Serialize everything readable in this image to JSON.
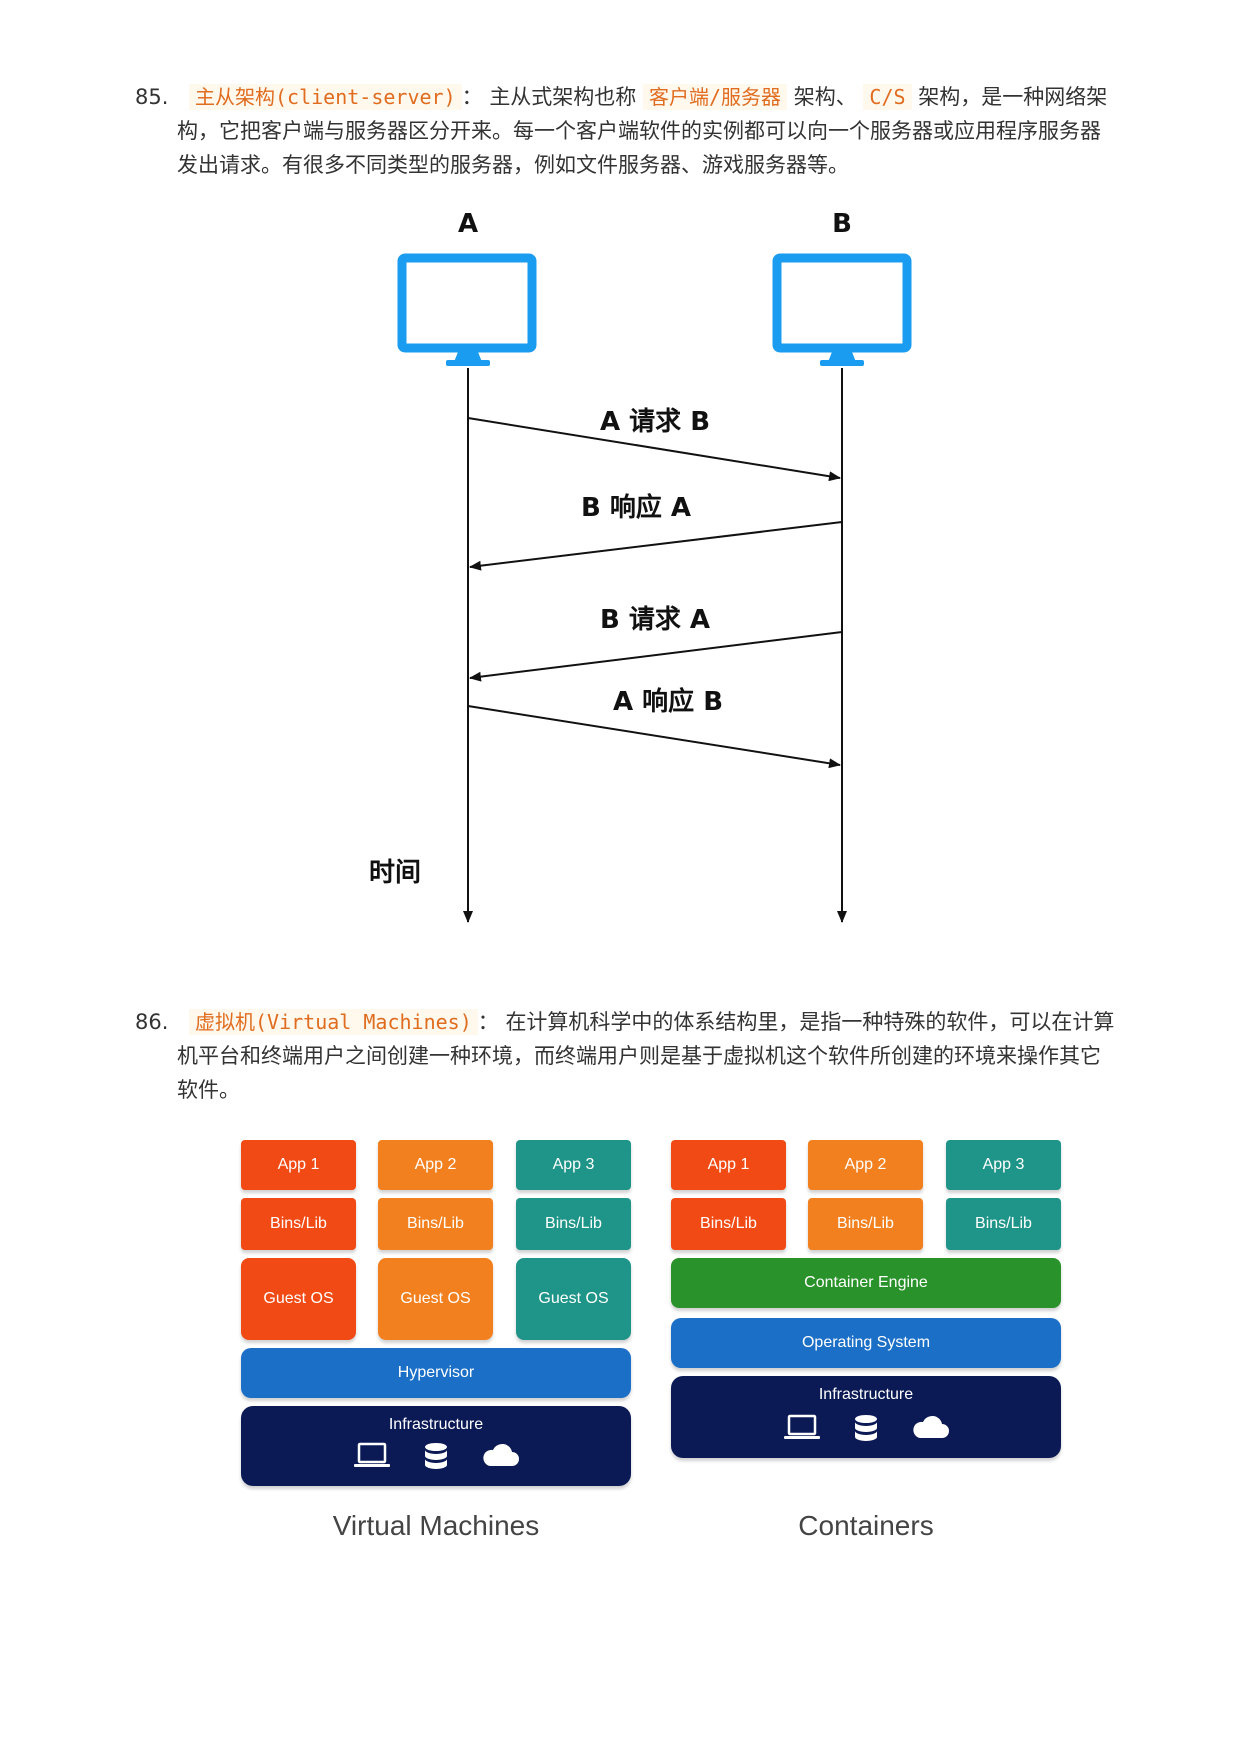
{
  "entry85": {
    "number": "85.",
    "term": "主从架构(client-server)",
    "colon": "：",
    "text1": "主从式架构也称",
    "term2": "客户端/服务器",
    "text2": "架构、",
    "term3": "C/S",
    "text3": "架构，是一种网络架构，它把客户端与服务器区分开来。每一个客户端软件的实例都可以向一个服务器或应用程序服务器发出请求。有很多不同类型的服务器，例如文件服务器、游戏服务器等。"
  },
  "sequence_diagram": {
    "node_a": "A",
    "node_b": "B",
    "time_label": "时间",
    "messages": [
      "A 请求 B",
      "B 响应 A",
      "B 请求 A",
      "A 响应 B"
    ],
    "monitor_color": "#1a9cf0"
  },
  "entry86": {
    "number": "86.",
    "term": "虚拟机(Virtual Machines)",
    "colon": "：",
    "text": "在计算机科学中的体系结构里，是指一种特殊的软件，可以在计算机平台和终端用户之间创建一种环境，而终端用户则是基于虚拟机这个软件所创建的环境来操作其它软件。"
  },
  "vm": {
    "apps": [
      "App 1",
      "App 2",
      "App 3"
    ],
    "bins": [
      "Bins/Lib",
      "Bins/Lib",
      "Bins/Lib"
    ],
    "guest_os": [
      "Guest OS",
      "Guest OS",
      "Guest OS"
    ],
    "hypervisor": "Hypervisor",
    "infrastructure": "Infrastructure",
    "caption": "Virtual Machines"
  },
  "containers": {
    "apps": [
      "App 1",
      "App 2",
      "App 3"
    ],
    "bins": [
      "Bins/Lib",
      "Bins/Lib",
      "Bins/Lib"
    ],
    "engine": "Container Engine",
    "os": "Operating System",
    "infrastructure": "Infrastructure",
    "caption": "Containers"
  }
}
